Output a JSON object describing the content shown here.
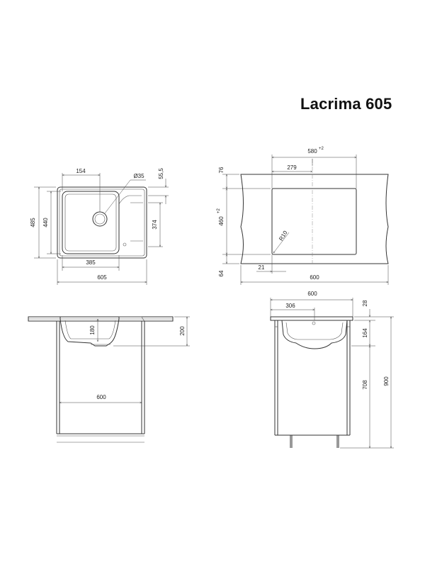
{
  "title": "Lacrima 605",
  "top_view": {
    "dim_154": "154",
    "dim_d35": "Ø35",
    "dim_55_5": "55,5",
    "dim_485": "485",
    "dim_440": "440",
    "dim_374": "374",
    "dim_385": "385",
    "dim_605": "605"
  },
  "cutout_view": {
    "dim_580": "580",
    "dim_580_tol": "+2",
    "dim_279": "279",
    "dim_76": "76",
    "dim_460": "460",
    "dim_460_tol": "+2",
    "dim_r10": "R10",
    "dim_64": "64",
    "dim_21": "21",
    "dim_600": "600"
  },
  "front_section": {
    "dim_180": "180",
    "dim_200": "200",
    "dim_600": "600"
  },
  "side_section": {
    "dim_600": "600",
    "dim_306": "306",
    "dim_28": "28",
    "dim_164": "164",
    "dim_708": "708",
    "dim_900": "900"
  }
}
